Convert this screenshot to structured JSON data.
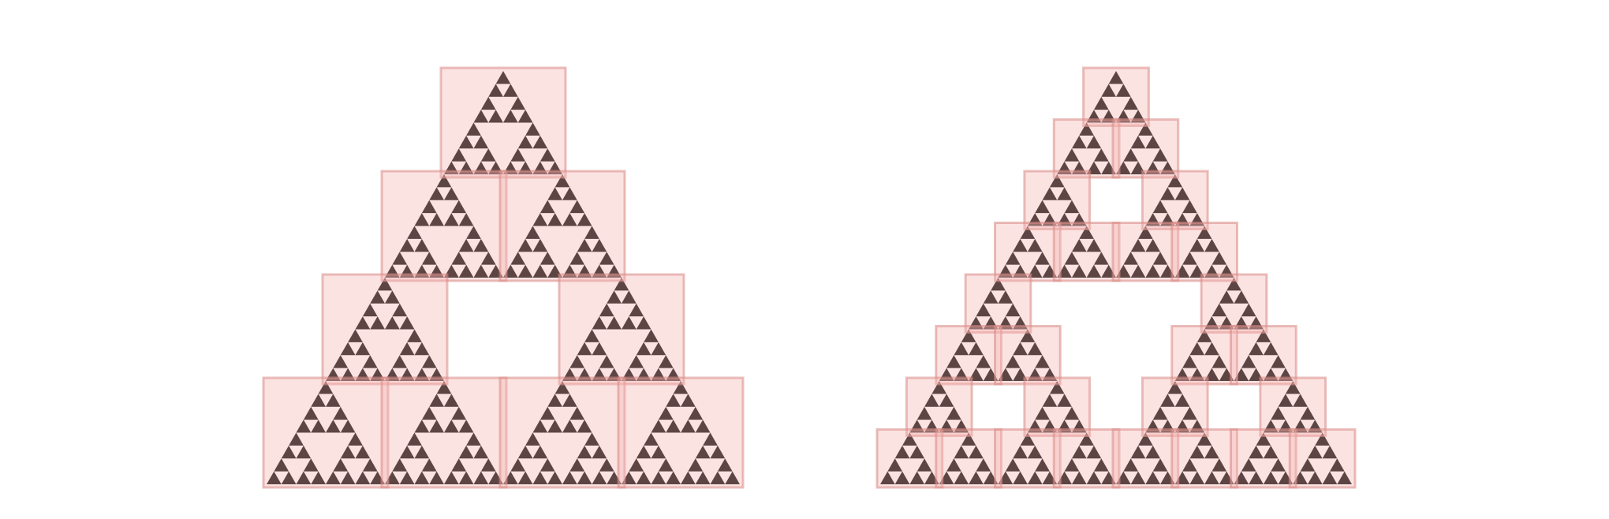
{
  "figure": {
    "title": "",
    "caption": ""
  },
  "colors": {
    "background": "#ffffff",
    "triangle_fill": "#000000",
    "box_fill": "#f4b6b2",
    "box_stroke": "#d98a85"
  },
  "panels": [
    {
      "id": "left-panel",
      "description_key": "sierpinski-order-3-boxes",
      "triangle_depth": 5,
      "box_levels": 2
    },
    {
      "id": "right-panel",
      "description_key": "sierpinski-order-4-boxes",
      "triangle_depth": 5,
      "box_levels": 3
    }
  ]
}
